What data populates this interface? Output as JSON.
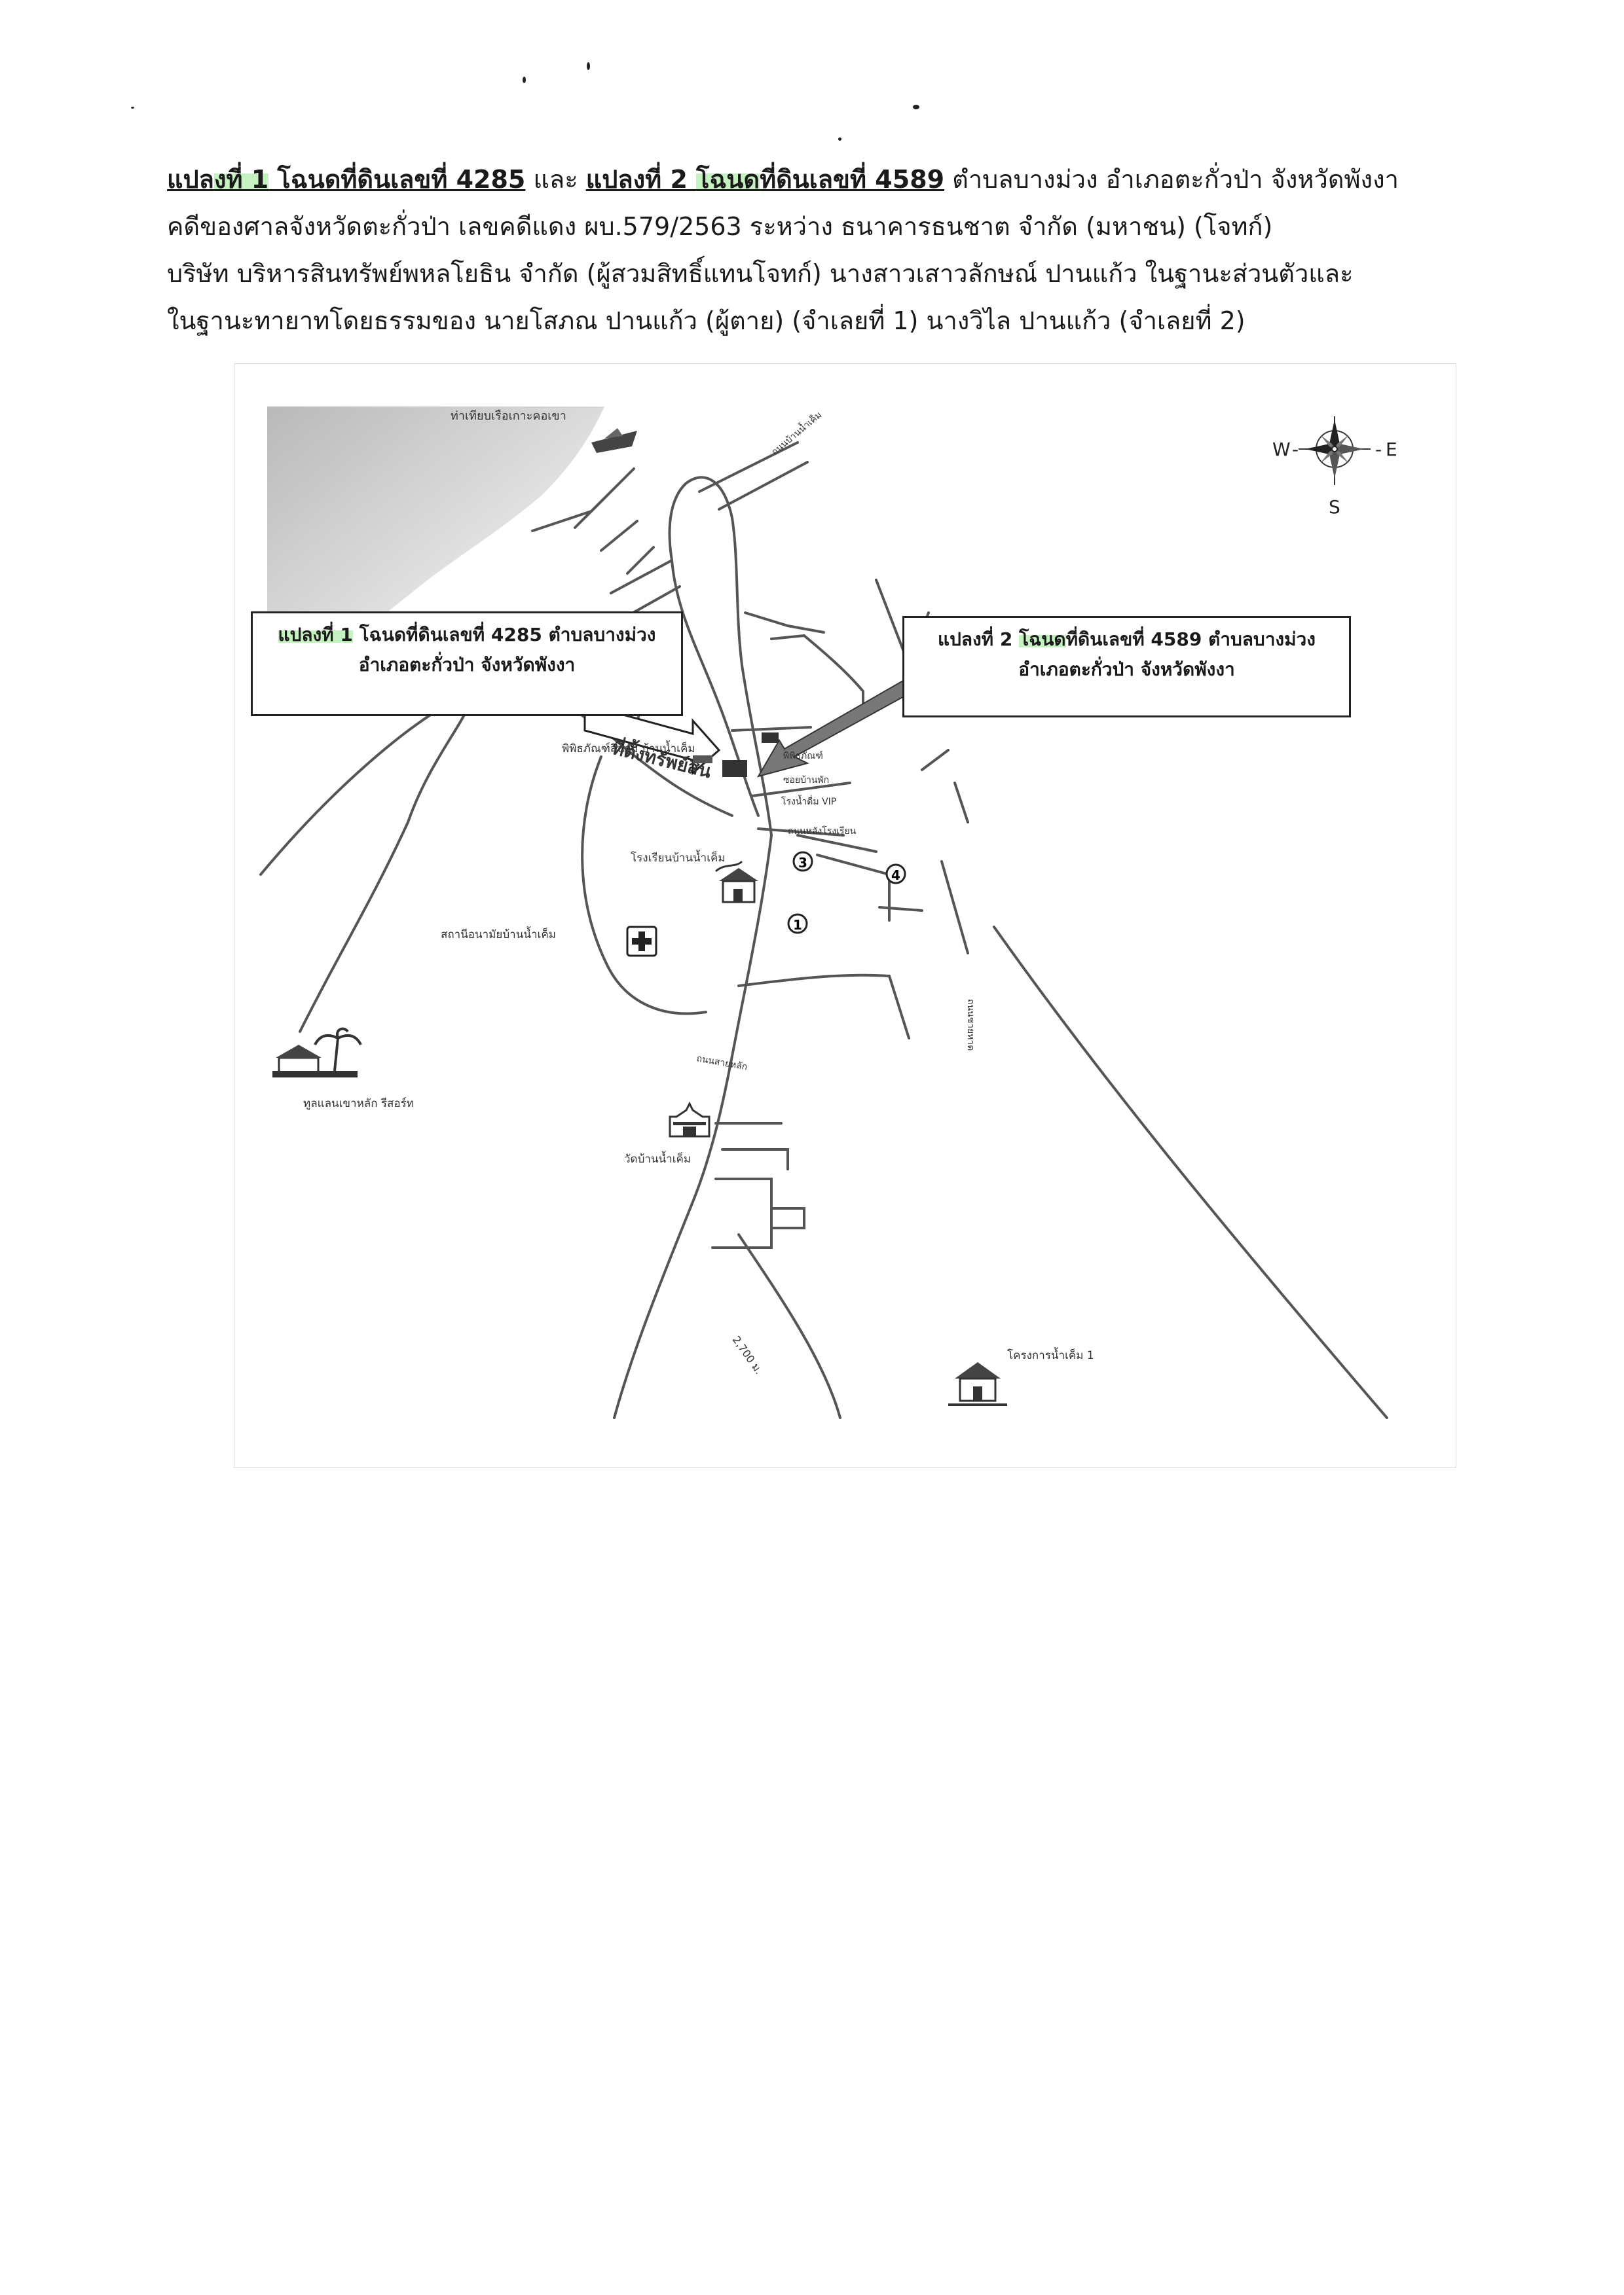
{
  "header": {
    "line1": {
      "plot1_prefix": "แปล",
      "plot1_hl": "งที่ 1",
      "plot1_deed": " โฉนดที่ดินเลขที่ 4285",
      "and": " และ ",
      "plot2_prefix": "แปลงที่ 2 ",
      "plot2_hl": "โฉนด",
      "plot2_deed": "ที่ดินเลขที่ 4589",
      "location": " ตำบลบางม่วง อำเภอตะกั่วป่า จังหวัดพังงา"
    },
    "line2": "คดีของศาลจังหวัดตะกั่วป่า เลขคดีแดง ผบ.579/2563 ระหว่าง ธนาคารธนชาต จำกัด (มหาชน) (โจทก์)",
    "line3": "บริษัท บริหารสินทรัพย์พหลโยธิน จำกัด (ผู้สวมสิทธิ์แทนโจทก์) นางสาวเสาวลักษณ์ ปานแก้ว ในฐานะส่วนตัวและ",
    "line4": "ในฐานะทายาทโดยธรรมของ นายโสภณ ปานแก้ว (ผู้ตาย) (จำเลยที่ 1) นางวิไล ปานแก้ว (จำเลยที่ 2)"
  },
  "map": {
    "callout_left": {
      "line1_hl": "แปลงที่ 1",
      "line1_rest": " โฉนดที่ดินเลขที่ 4285 ตำบลบางม่วง",
      "line2": "อำเภอตะกั่วป่า จังหวัดพังงา"
    },
    "callout_right": {
      "line1_prefix": "แปลงที่ 2 ",
      "line1_hl": "โฉนด",
      "line1_rest": "ที่ดินเลขที่ 4589 ตำบลบางม่วง",
      "line2": "อำเภอตะกั่วป่า จังหวัดพังงา"
    },
    "compass": {
      "n": "",
      "s": "S",
      "e": "E",
      "w": "W"
    },
    "labels": {
      "pier": "ท่าเทียบเรือเกาะคอเขา",
      "museum": "พิพิธภัณฑ์สึนามิ บ้านน้ำเค็ม",
      "asset": "ที่ตั้งทรัพย์สิน",
      "lbl_r1": "พิพิธภัณฑ์",
      "lbl_r2": "ซอยบ้านพัก",
      "lbl_r3": "โรงน้ำดื่ม VIP",
      "lbl_r4": "ถนนหลังโรงเรียน",
      "school": "โรงเรียนบ้านน้ำเค็ม",
      "health": "สถานีอนามัยบ้านน้ำเค็ม",
      "resort": "ทูลแลนเขาหลัก รีสอร์ท",
      "temple": "วัดบ้านน้ำเค็ม",
      "project": "โครงการน้ำเค็ม 1",
      "road_left": "ถนนบ้านน้ำเค็ม",
      "road_right": "ถนนชายหาด",
      "road_mid": "ถนนสายหลัก",
      "dist": "2,700 ม.",
      "n1": "1",
      "n3": "3",
      "n4": "4"
    }
  }
}
